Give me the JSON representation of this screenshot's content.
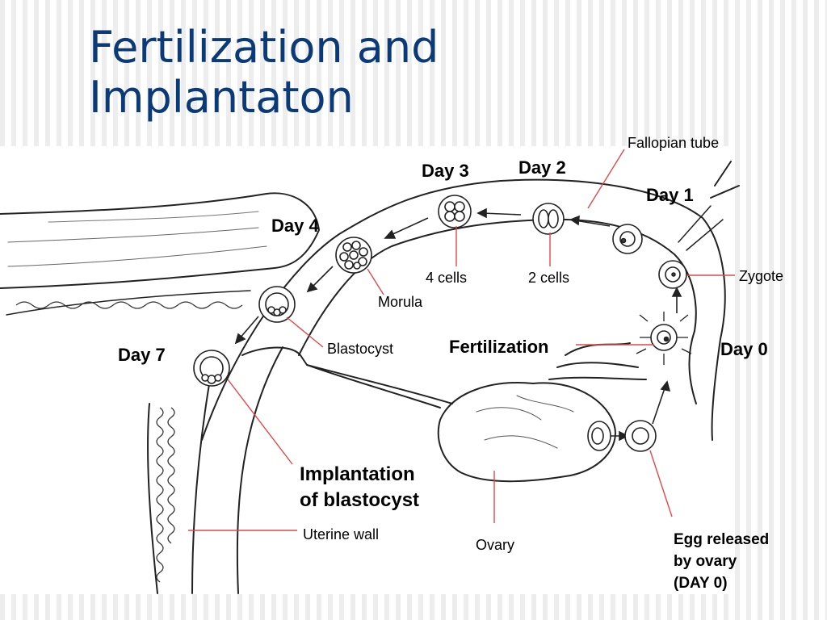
{
  "slide": {
    "title_line1": "Fertilization and",
    "title_line2": "Implantaton"
  },
  "colors": {
    "title": "#0b3a78",
    "leader_line": "#e0484a",
    "outline": "#222222"
  },
  "labels": {
    "fallopian_tube": "Fallopian tube",
    "day3": "Day 3",
    "day2": "Day 2",
    "day1": "Day 1",
    "day4": "Day 4",
    "four_cells": "4 cells",
    "two_cells": "2 cells",
    "zygote": "Zygote",
    "morula": "Morula",
    "fertilization": "Fertilization",
    "day0": "Day 0",
    "day7": "Day 7",
    "blastocyst": "Blastocyst",
    "implantation_line1": "Implantation",
    "implantation_line2": "of blastocyst",
    "uterine_wall": "Uterine wall",
    "ovary": "Ovary",
    "egg_line1": "Egg released",
    "egg_line2": "by ovary",
    "egg_line3": "(DAY 0)"
  }
}
